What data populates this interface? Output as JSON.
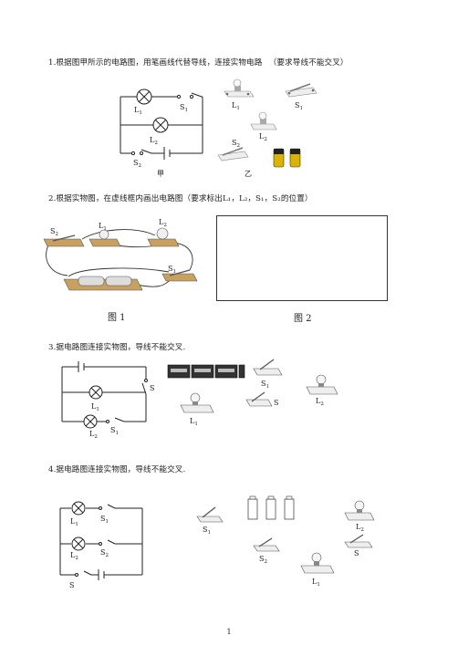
{
  "questions": [
    {
      "text": "1.根据图甲所示的电路图，用笔画线代替导线，连接实物电路 　（要求导线不能交叉）"
    },
    {
      "text": "2.根据实物图，在虚线框内画出电路图（要求标出L₁，L₂，S₁，S₂的位置）"
    },
    {
      "text": "3.据电路图连接实物图，导线不能交叉."
    },
    {
      "text": "4.据电路图连接实物图，导线不能交叉."
    }
  ],
  "q1": {
    "circuit": {
      "L1": "L",
      "L1_sub": "1",
      "L2": "L",
      "L2_sub": "2",
      "S1": "S",
      "S1_sub": "1",
      "S2": "S",
      "S2_sub": "2",
      "caption": "甲"
    },
    "physical": {
      "L1": "L",
      "L1_sub": "1",
      "S1": "S",
      "S1_sub": "1",
      "S2": "S",
      "S2_sub": "2",
      "L2": "L",
      "L2_sub": "2",
      "caption": "乙"
    }
  },
  "q2": {
    "labels": {
      "S2": "S",
      "S2_sub": "2",
      "L2": "L",
      "L2_sub": "2",
      "L1": "L",
      "L1_sub": "1",
      "S1": "S",
      "S1_sub": "1"
    },
    "caption1": "图 1",
    "caption2": "图 2"
  },
  "q3": {
    "circuit": {
      "L1": "L",
      "L1_sub": "1",
      "L2": "L",
      "L2_sub": "2",
      "S": "S",
      "S1": "S",
      "S1_sub": "1"
    },
    "physical": {
      "S1": "S",
      "S1_sub": "1",
      "S": "S",
      "L1": "L",
      "L1_sub": "1",
      "L2": "L",
      "L2_sub": "2"
    }
  },
  "q4": {
    "circuit": {
      "L1": "L",
      "L1_sub": "1",
      "S1": "S",
      "S1_sub": "1",
      "L2": "L",
      "L2_sub": "2",
      "S2": "S",
      "S2_sub": "2",
      "S": "S"
    },
    "physical": {
      "S1": "S",
      "S1_sub": "1",
      "S2": "S",
      "S2_sub": "2",
      "L2": "L",
      "L2_sub": "2",
      "S": "S",
      "L1": "L",
      "L1_sub": "1"
    }
  },
  "page_number": "1"
}
